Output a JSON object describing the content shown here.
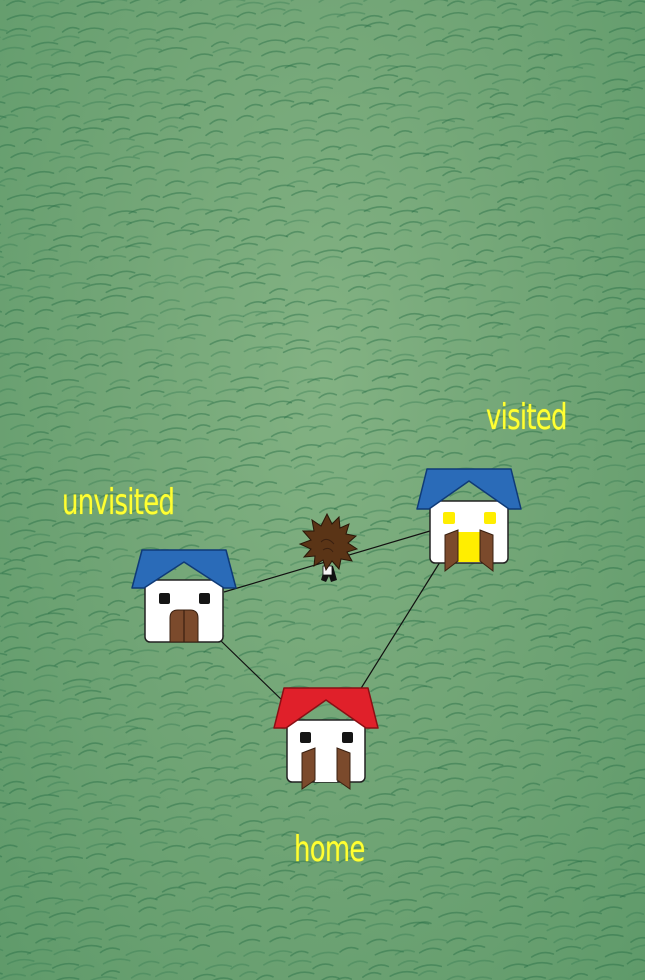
{
  "labels": {
    "unvisited": "unvisited",
    "visited": "visited",
    "home": "home"
  },
  "colors": {
    "grass": "#73a677",
    "label": "#ffff33",
    "roof_home": "#e0202a",
    "roof_visited": "#2a6bb8",
    "roof_unvisited": "#2a6bb8",
    "door": "#7b4a2c",
    "lit_window": "#ffee00",
    "house_wall": "#ffffff"
  },
  "houses": [
    {
      "id": "unvisited",
      "state": "unvisited",
      "roof_color": "#2a6bb8"
    },
    {
      "id": "visited",
      "state": "visited",
      "roof_color": "#2a6bb8"
    },
    {
      "id": "home",
      "state": "home",
      "roof_color": "#e0202a"
    }
  ],
  "paths": [
    [
      "unvisited",
      "visited"
    ],
    [
      "unvisited",
      "home"
    ],
    [
      "visited",
      "home"
    ]
  ],
  "character": {
    "name": "spiky-haired traveler",
    "position": "on path between unvisited and visited"
  }
}
